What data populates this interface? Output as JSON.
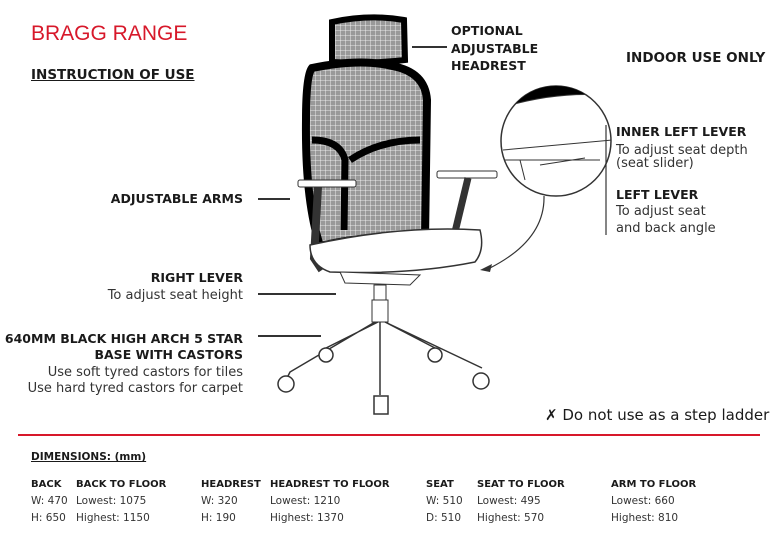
{
  "title": "BRAGG RANGE",
  "subtitle": "INSTRUCTION OF USE",
  "indoor": "INDOOR USE ONLY",
  "callouts": {
    "headrest": [
      "OPTIONAL",
      "ADJUSTABLE",
      "HEADREST"
    ],
    "arms": "ADJUSTABLE ARMS",
    "right_lever": {
      "label": "RIGHT LEVER",
      "desc": "To adjust seat height"
    },
    "base": {
      "label": [
        "640MM BLACK HIGH ARCH 5 STAR",
        "BASE WITH CASTORS"
      ],
      "desc": [
        "Use soft tyred castors for tiles",
        "Use hard tyred castors for carpet"
      ]
    },
    "inner_left_lever": {
      "label": "INNER LEFT LEVER",
      "desc": [
        "To adjust seat depth",
        "(seat slider)"
      ]
    },
    "left_lever": {
      "label": "LEFT LEVER",
      "desc": [
        "To adjust seat",
        "and back angle"
      ]
    }
  },
  "warning": {
    "icon": "cross-icon",
    "mark": "✗",
    "text": "Do not use as a step ladder"
  },
  "accent": "#d7182a",
  "dimensions": {
    "title": "DIMENSIONS: (mm)",
    "back": {
      "h": "BACK",
      "w": "W: 470",
      "ht": "H:  650"
    },
    "back_floor": {
      "h": "BACK TO FLOOR",
      "low": "Lowest:  1075",
      "high": "Highest: 1150"
    },
    "headrest": {
      "h": "HEADREST",
      "w": "W: 320",
      "ht": "H:  190"
    },
    "headrest_floor": {
      "h": "HEADREST TO FLOOR",
      "low": "Lowest:  1210",
      "high": "Highest: 1370"
    },
    "seat": {
      "h": "SEAT",
      "w": "W: 510",
      "d": "D:  510"
    },
    "seat_floor": {
      "h": "SEAT TO FLOOR",
      "low": "Lowest:  495",
      "high": "Highest: 570"
    },
    "arm_floor": {
      "h": "ARM TO FLOOR",
      "low": "Lowest:  660",
      "high": "Highest: 810"
    }
  }
}
